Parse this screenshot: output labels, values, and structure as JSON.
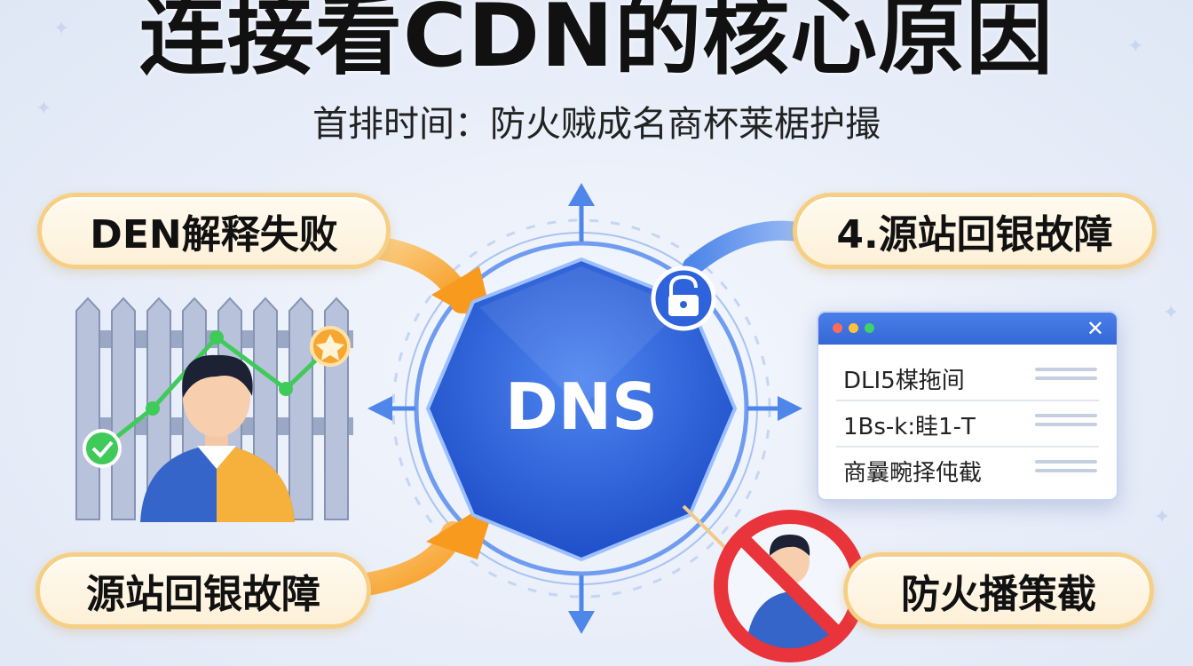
{
  "title": "连接看CDN的核心原因",
  "subtitle": "首排时间：防火贼成名商杯莱椐护撮",
  "hub": {
    "label": "DNS"
  },
  "cards": {
    "top_left": "DEN解释失败",
    "top_right": "4.源站回银故障",
    "bottom_left": "源站回银故障",
    "bottom_right": "防火播策截"
  },
  "browser_window": {
    "close_symbol": "✕",
    "rows": [
      "DLI5楳拖间",
      "1Bs-k:眭1-T",
      "商曩畹择伅截"
    ]
  },
  "colors": {
    "hub": "#2f63dc",
    "arrow_orange": "#f7a630",
    "arrow_blue": "#4f86ea",
    "pill_border": "#f6cf85",
    "prohibit_red": "#e8343a",
    "trend_green": "#3fca5a"
  },
  "icons": [
    "lock-icon",
    "prohibit-icon",
    "check-icon",
    "person-icon",
    "fence-icon"
  ]
}
